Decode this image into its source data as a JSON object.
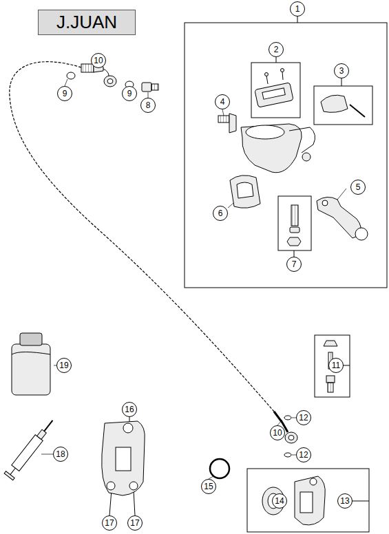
{
  "diagram": {
    "nodes": [
      {
        "text": [
          "J.JUAN"
        ]
      },
      {
        "text": [
          "1"
        ]
      },
      {
        "text": [
          "2"
        ]
      },
      {
        "text": [
          "10"
        ]
      },
      {
        "text": [
          "3"
        ]
      },
      {
        "text": [
          "9"
        ]
      },
      {
        "text": [
          "9"
        ]
      },
      {
        "text": [
          "4"
        ]
      },
      {
        "text": [
          "8"
        ]
      },
      {
        "text": [
          "5"
        ]
      },
      {
        "text": [
          "6"
        ]
      },
      {
        "text": [
          "7"
        ]
      },
      {
        "text": [
          "19"
        ]
      },
      {
        "text": [
          "11"
        ]
      },
      {
        "text": [
          "16"
        ]
      },
      {
        "text": [
          "12"
        ]
      },
      {
        "text": [
          "10"
        ]
      },
      {
        "text": [
          "18"
        ]
      },
      {
        "text": [
          "12"
        ]
      },
      {
        "text": [
          "15"
        ]
      },
      {
        "text": [
          "14"
        ]
      },
      {
        "text": [
          "13"
        ]
      },
      {
        "text": [
          "17"
        ]
      },
      {
        "text": [
          "17"
        ]
      }
    ]
  }
}
